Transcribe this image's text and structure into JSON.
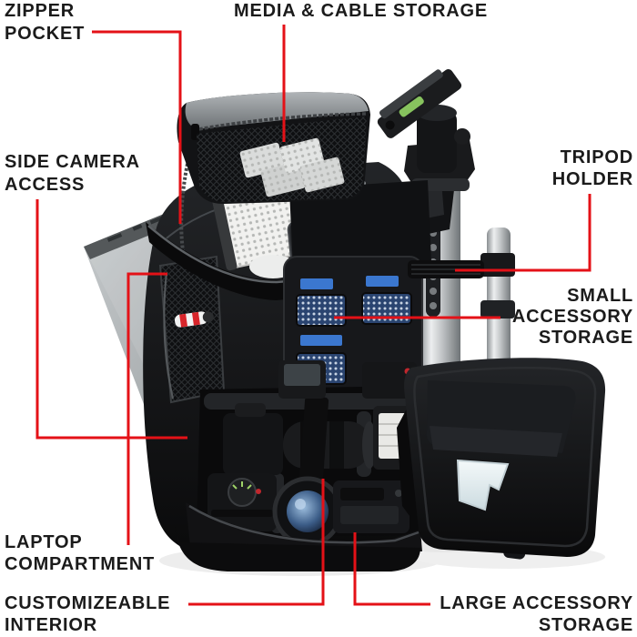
{
  "palette": {
    "background": "#ffffff",
    "callout_line": "#e41117",
    "label_text": "#1b1b1b",
    "backpack_black": "#111214",
    "laptop_gray": "#a9aeb0",
    "tripod_silver": "#c9cccd",
    "card_blue": "#3b77cf",
    "cloth_white": "#e9f1f3"
  },
  "annotations": {
    "zipper_pocket": {
      "lines": [
        "ZIPPER",
        "POCKET"
      ]
    },
    "media_cable_storage": {
      "lines": [
        "MEDIA & CABLE STORAGE"
      ]
    },
    "side_camera_access": {
      "lines": [
        "SIDE CAMERA",
        "ACCESS"
      ]
    },
    "tripod_holder": {
      "lines": [
        "TRIPOD",
        "HOLDER"
      ]
    },
    "small_accessory_storage": {
      "lines": [
        "SMALL",
        "ACCESSORY",
        "STORAGE"
      ]
    },
    "laptop_compartment": {
      "lines": [
        "LAPTOP",
        "COMPARTMENT"
      ]
    },
    "customizeable_interior": {
      "lines": [
        "CUSTOMIZEABLE",
        "INTERIOR"
      ]
    },
    "large_accessory_storage": {
      "lines": [
        "LARGE ACCESSORY",
        "STORAGE"
      ]
    }
  }
}
